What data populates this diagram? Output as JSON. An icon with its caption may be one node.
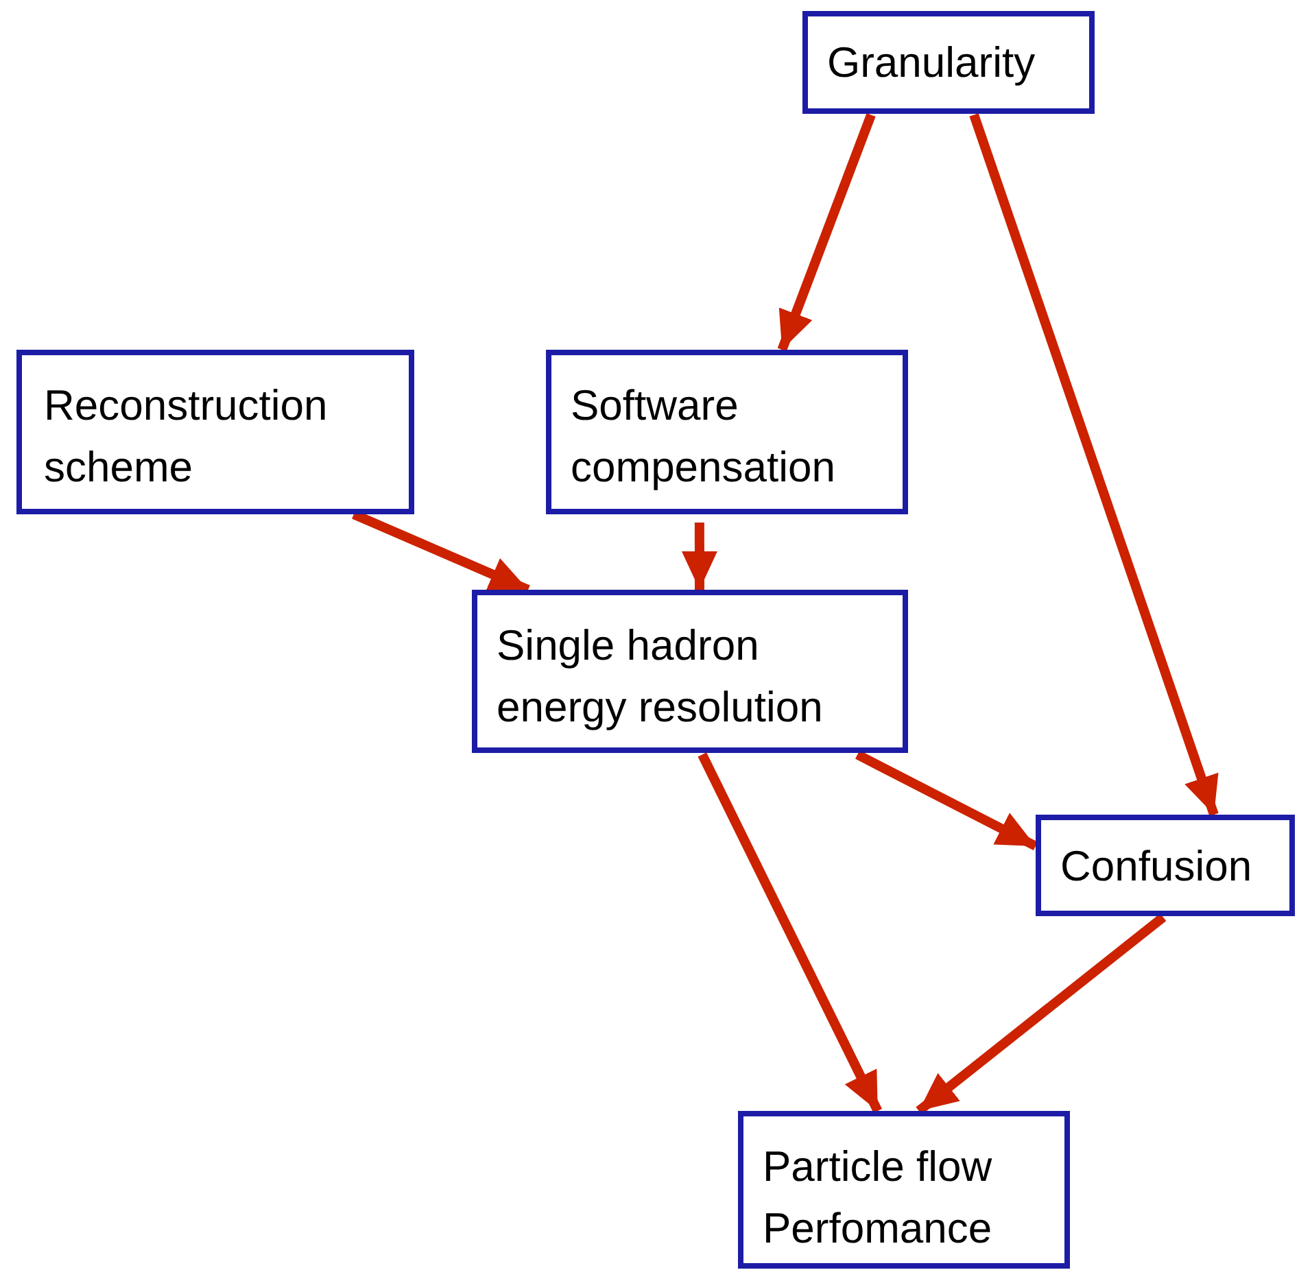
{
  "diagram": {
    "nodes": [
      {
        "text": [
          "Granularity"
        ]
      },
      {
        "text": [
          "Reconstruction scheme"
        ]
      },
      {
        "text": [
          "Software compensation"
        ]
      },
      {
        "text": [
          "Single hadron energy resolution"
        ]
      },
      {
        "text": [
          "Confusion"
        ]
      },
      {
        "text": [
          "Particle flow Perfomance"
        ]
      }
    ],
    "edges": [
      {
        "from": 0,
        "to": 2,
        "arrow": "to"
      },
      {
        "from": 0,
        "to": 4,
        "arrow": "to"
      },
      {
        "from": 1,
        "to": 3,
        "arrow": "to"
      },
      {
        "from": 2,
        "to": 3,
        "arrow": "to"
      },
      {
        "from": 3,
        "to": 4,
        "arrow": "to"
      },
      {
        "from": 3,
        "to": 5,
        "arrow": "to"
      },
      {
        "from": 4,
        "to": 5,
        "arrow": "to"
      }
    ]
  }
}
